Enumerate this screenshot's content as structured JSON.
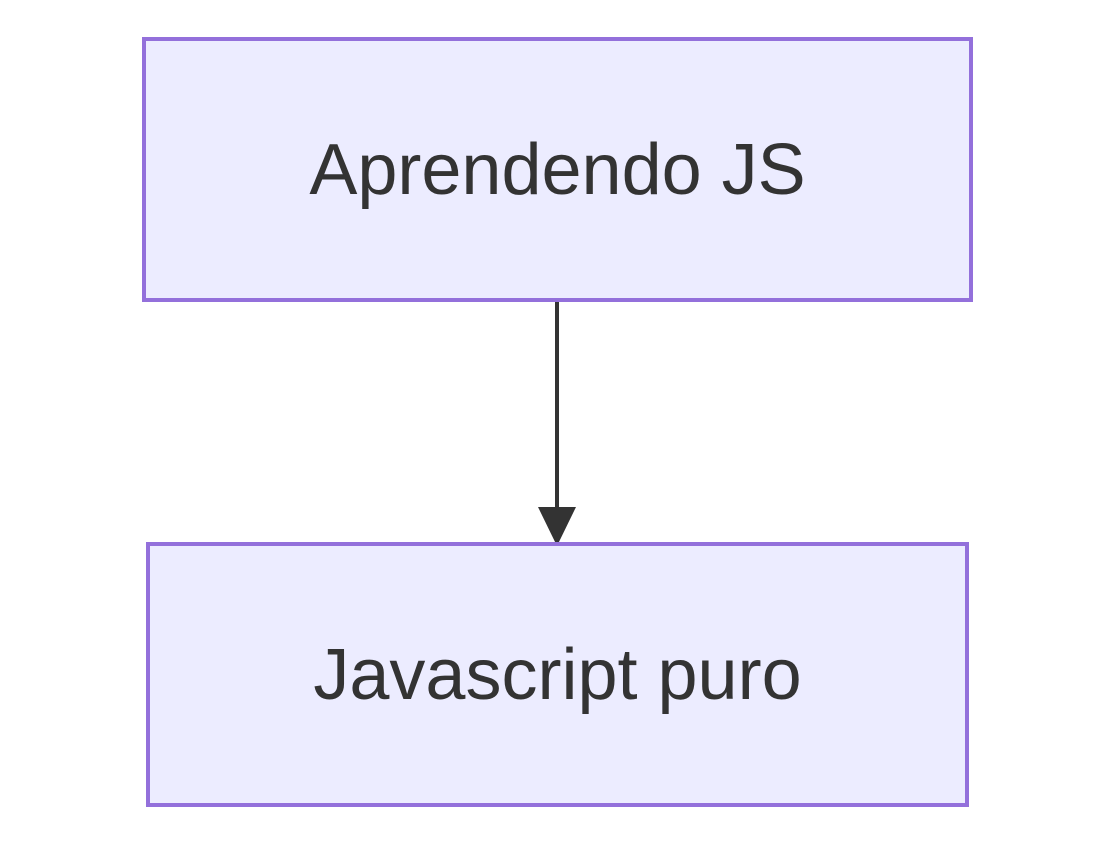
{
  "diagram": {
    "nodes": [
      {
        "id": "learning-js",
        "label": "Aprendendo JS"
      },
      {
        "id": "pure-javascript",
        "label": "Javascript puro"
      }
    ],
    "edges": [
      {
        "from": "learning-js",
        "to": "pure-javascript",
        "label": ""
      }
    ]
  },
  "colors": {
    "node_fill": "#ECECFF",
    "node_border": "#9370DB",
    "text": "#333333",
    "edge": "#333333"
  }
}
